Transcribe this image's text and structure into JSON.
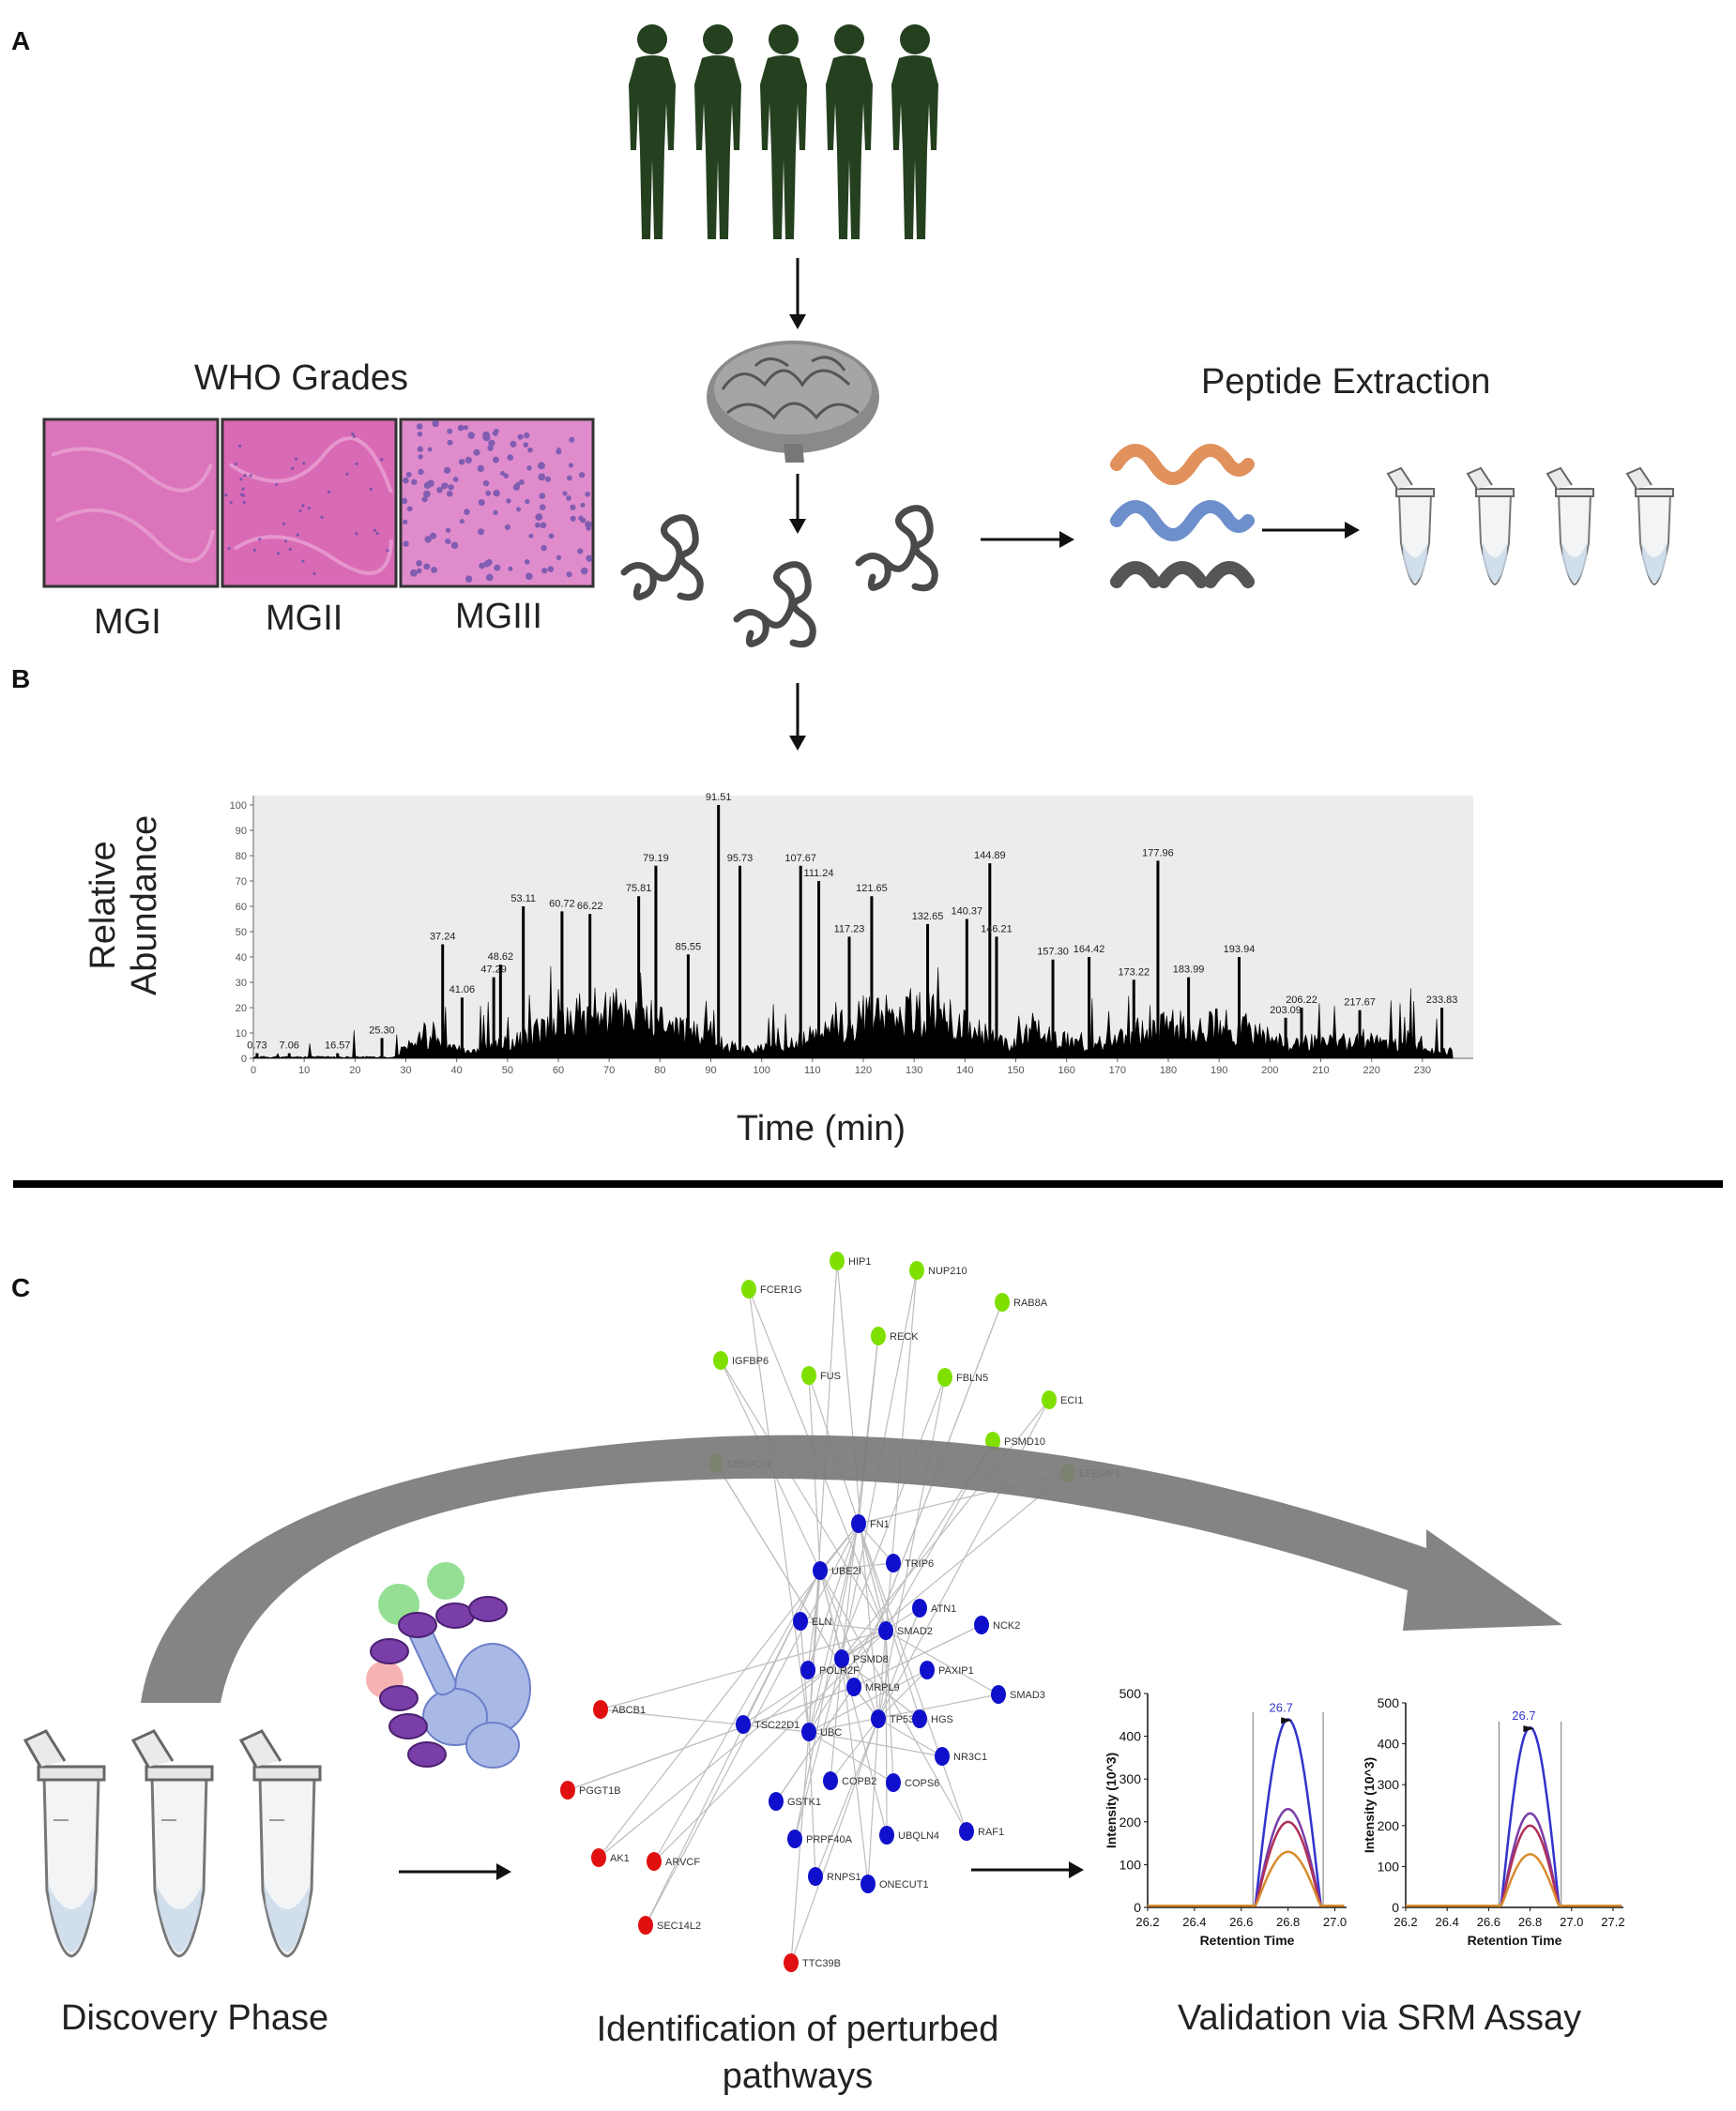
{
  "panels": {
    "a": "A",
    "b": "B",
    "c": "C"
  },
  "panel_a": {
    "who_grades_title": "WHO Grades",
    "grade_labels": [
      "MGI",
      "MGII",
      "MGIII"
    ],
    "peptide_title": "Peptide Extraction",
    "people_count": 5,
    "tube_count": 4
  },
  "panel_b": {
    "ylabel_line1": "Relative",
    "ylabel_line2": "Abundance",
    "xlabel": "Time (min)"
  },
  "panel_c": {
    "captions": {
      "discovery": "Discovery Phase",
      "identification_line1": "Identification of perturbed",
      "identification_line2": "pathways",
      "validation": "Validation via SRM Assay"
    },
    "network": {
      "green_nodes": [
        "HIP1",
        "NUP210",
        "FCER1G",
        "RAB8A",
        "RECK",
        "IGFBP6",
        "FUS",
        "FBLN5",
        "ECI1",
        "PSMD10",
        "SBSPON",
        "EFEMP1"
      ],
      "blue_nodes": [
        "FN1",
        "TRIP6",
        "UBE2I",
        "ATN1",
        "ELN",
        "NCK2",
        "SMAD2",
        "PSMD8",
        "POLR2F",
        "PAXIP1",
        "MRPL9",
        "SMAD3",
        "TP53",
        "HGS",
        "TSC22D1",
        "UBC",
        "NR3C1",
        "COPB2",
        "COPS6",
        "GSTK1",
        "PRPF40A",
        "UBQLN4",
        "RAF1",
        "RNPS1",
        "ONECUT1"
      ],
      "red_nodes": [
        "ABCB1",
        "PGGT1B",
        "AK1",
        "ARVCF",
        "SEC14L2",
        "TTC39B"
      ]
    },
    "srm_charts": [
      {
        "ylabel": "Intensity (10^3)",
        "xlabel": "Retention Time",
        "peak_label": "26.7",
        "xticks": [
          "26.2",
          "26.4",
          "26.6",
          "26.8",
          "27.0"
        ],
        "yticks": [
          "0",
          "100",
          "200",
          "300",
          "400",
          "500"
        ]
      },
      {
        "ylabel": "Intensity (10^3)",
        "xlabel": "Retention Time",
        "peak_label": "26.7",
        "xticks": [
          "26.2",
          "26.4",
          "26.6",
          "26.8",
          "27.0",
          "27.2"
        ],
        "yticks": [
          "0",
          "100",
          "200",
          "300",
          "400",
          "500"
        ]
      }
    ]
  },
  "chart_data": {
    "type": "line",
    "title": "",
    "xlabel": "Time (min)",
    "ylabel": "Relative Abundance",
    "xlim": [
      0,
      240
    ],
    "ylim": [
      0,
      100
    ],
    "xticks": [
      0,
      10,
      20,
      30,
      40,
      50,
      60,
      70,
      80,
      90,
      100,
      110,
      120,
      130,
      140,
      150,
      160,
      170,
      180,
      190,
      200,
      210,
      220,
      230
    ],
    "yticks": [
      0,
      10,
      20,
      30,
      40,
      50,
      60,
      70,
      80,
      90,
      100
    ],
    "peaks": [
      {
        "x": 0.73,
        "y": 2
      },
      {
        "x": 7.06,
        "y": 2
      },
      {
        "x": 16.57,
        "y": 2
      },
      {
        "x": 25.3,
        "y": 8
      },
      {
        "x": 37.24,
        "y": 45
      },
      {
        "x": 41.06,
        "y": 24
      },
      {
        "x": 47.29,
        "y": 32
      },
      {
        "x": 48.62,
        "y": 37
      },
      {
        "x": 53.11,
        "y": 60
      },
      {
        "x": 60.72,
        "y": 58
      },
      {
        "x": 66.22,
        "y": 57
      },
      {
        "x": 75.81,
        "y": 64
      },
      {
        "x": 79.19,
        "y": 76
      },
      {
        "x": 85.55,
        "y": 41
      },
      {
        "x": 91.51,
        "y": 100
      },
      {
        "x": 95.73,
        "y": 76
      },
      {
        "x": 107.67,
        "y": 76
      },
      {
        "x": 111.24,
        "y": 70
      },
      {
        "x": 117.23,
        "y": 48
      },
      {
        "x": 121.65,
        "y": 64
      },
      {
        "x": 132.65,
        "y": 53
      },
      {
        "x": 140.37,
        "y": 55
      },
      {
        "x": 144.89,
        "y": 77
      },
      {
        "x": 146.21,
        "y": 48
      },
      {
        "x": 157.3,
        "y": 39
      },
      {
        "x": 164.42,
        "y": 40
      },
      {
        "x": 173.22,
        "y": 31
      },
      {
        "x": 177.96,
        "y": 78
      },
      {
        "x": 183.99,
        "y": 32
      },
      {
        "x": 193.94,
        "y": 40
      },
      {
        "x": 203.09,
        "y": 16
      },
      {
        "x": 206.22,
        "y": 20
      },
      {
        "x": 217.67,
        "y": 19
      },
      {
        "x": 233.83,
        "y": 20
      }
    ],
    "peak_labels": [
      "0.73",
      "7.06",
      "16.57",
      "25.30",
      "37.24",
      "41.06",
      "47.29",
      "48.62",
      "53.11",
      "60.72",
      "66.22",
      "75.81",
      "79.19",
      "85.55",
      "91.51",
      "95.73",
      "107.67",
      "111.24",
      "117.23",
      "121.65",
      "132.65",
      "140.37",
      "144.89",
      "146.21",
      "157.30",
      "164.42",
      "173.22",
      "177.96",
      "183.99",
      "193.94",
      "203.09",
      "206.22",
      "217.67",
      "233.83"
    ]
  },
  "colors": {
    "person": "#24401f",
    "tissue": "#d96fb8",
    "peptide_orange": "#e0915c",
    "peptide_blue": "#6d8fcb",
    "peptide_dark": "#555555",
    "node_green": "#7fe000",
    "node_blue": "#1010cc",
    "node_red": "#e01010",
    "arc": "#7a7a7a"
  }
}
